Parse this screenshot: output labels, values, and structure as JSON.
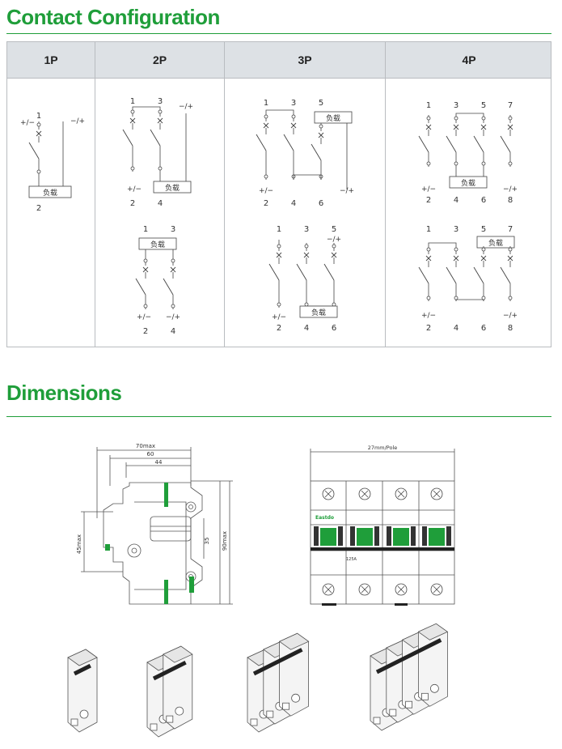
{
  "sections": {
    "contact_title": "Contact Configuration",
    "dimensions_title": "Dimensions"
  },
  "columns": [
    "1P",
    "2P",
    "3P",
    "4P"
  ],
  "load_label": "负载",
  "polarity": {
    "pos_neg": "+/−",
    "neg_pos": "−/+"
  },
  "terminals": {
    "top": [
      "1",
      "3",
      "5",
      "7"
    ],
    "bottom": [
      "2",
      "4",
      "6",
      "8"
    ]
  },
  "dimensions": {
    "overall_width": "70max",
    "width_60": "60",
    "width_44": "44",
    "height_45": "45max",
    "height_35": "35",
    "height_90": "90max",
    "pole_width": "27mm/Pole"
  },
  "front_view": {
    "brand": "Eastdo",
    "rating": "125A"
  },
  "colors": {
    "accent": "#1f9e3a",
    "header_bg": "#dde1e5",
    "border": "#b9bcc0"
  }
}
